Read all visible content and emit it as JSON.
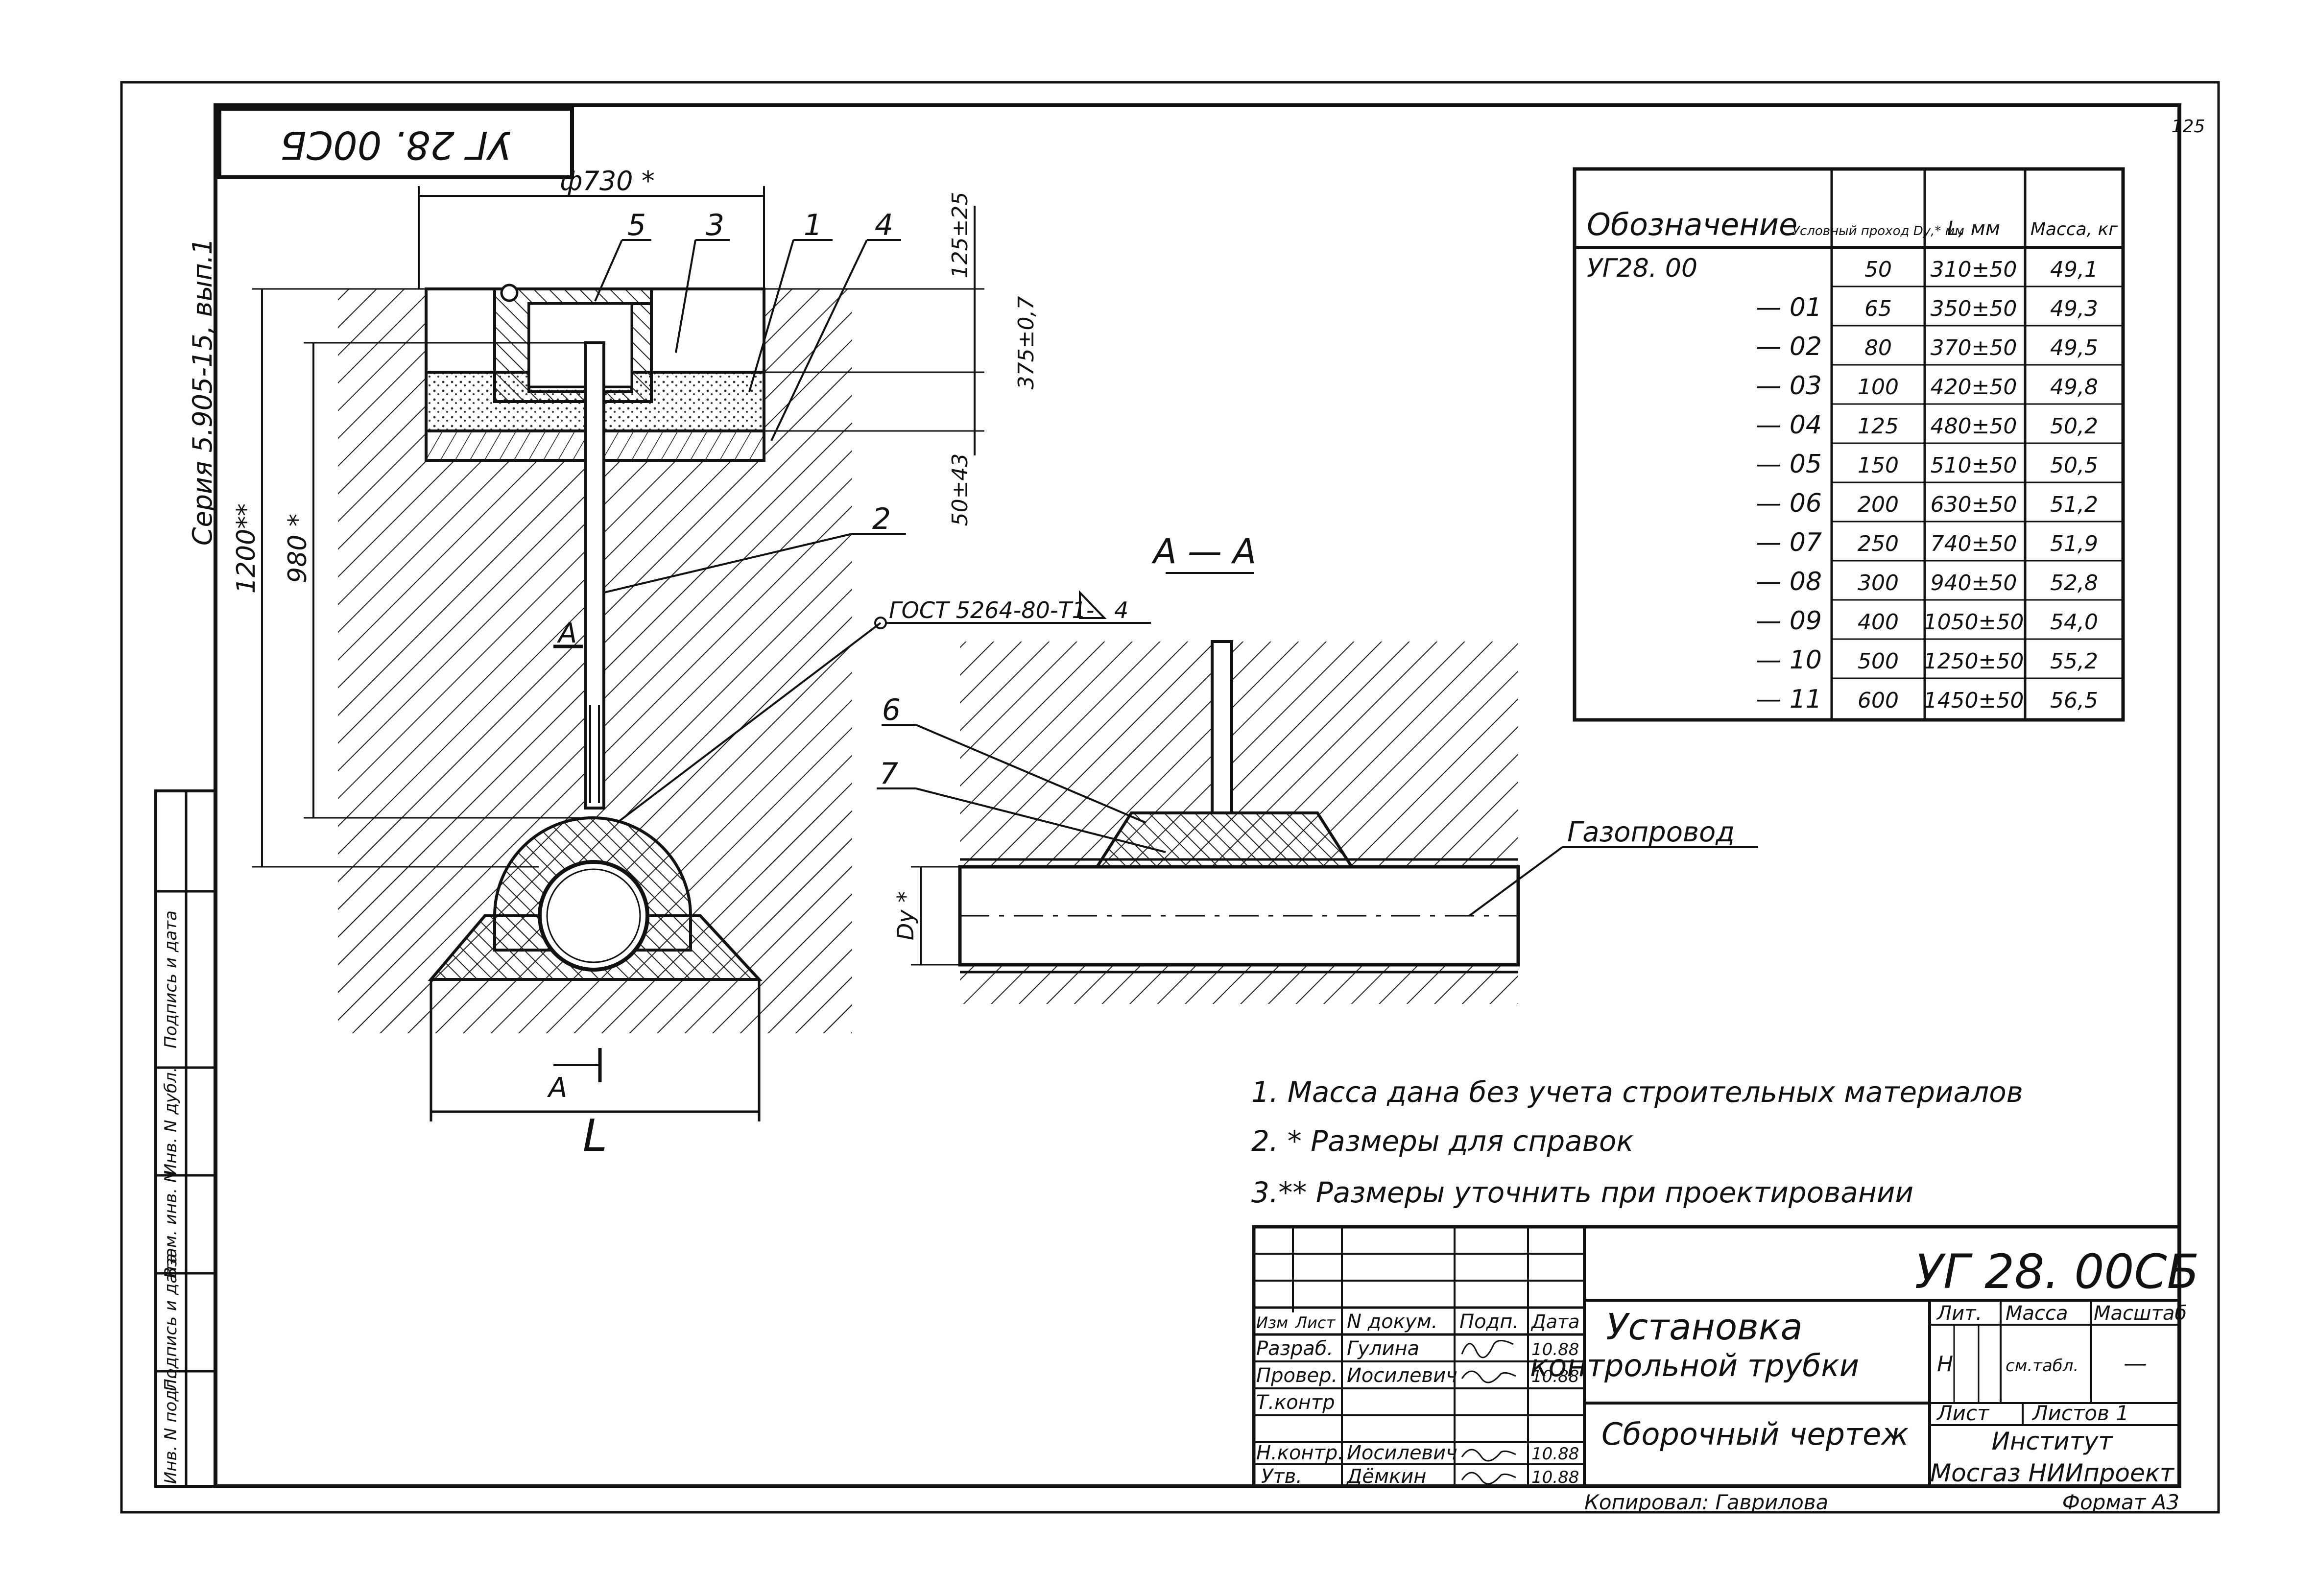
{
  "stamp_top": "УГ 28. 00СБ",
  "series_label": "Серия 5.905-15, вып.1",
  "page_number": "125",
  "dims": {
    "d730": "ф730 *",
    "h125": "125±25",
    "h375": "375±0,7",
    "h50": "50±43",
    "h1200": "1200**",
    "h980": "980 *",
    "L": "L",
    "Dy": "Dy *"
  },
  "callouts": {
    "c1": "1",
    "c2": "2",
    "c3": "3",
    "c4": "4",
    "c5": "5",
    "c6": "6",
    "c7": "7",
    "weld": "ГОСТ 5264-80-Т1-",
    "weld_leg": "4",
    "A_top": "А",
    "A_bottom": "А",
    "gas_pipe": "Газопровод"
  },
  "section_title": "А — А",
  "spec_table": {
    "headers": [
      "Обозначение",
      "Условный проход Dу,* мм",
      "L, мм",
      "Масса, кг"
    ],
    "rows": [
      [
        "УГ28. 00",
        "50",
        "310±50",
        "49,1"
      ],
      [
        "— 01",
        "65",
        "350±50",
        "49,3"
      ],
      [
        "— 02",
        "80",
        "370±50",
        "49,5"
      ],
      [
        "— 03",
        "100",
        "420±50",
        "49,8"
      ],
      [
        "— 04",
        "125",
        "480±50",
        "50,2"
      ],
      [
        "— 05",
        "150",
        "510±50",
        "50,5"
      ],
      [
        "— 06",
        "200",
        "630±50",
        "51,2"
      ],
      [
        "— 07",
        "250",
        "740±50",
        "51,9"
      ],
      [
        "— 08",
        "300",
        "940±50",
        "52,8"
      ],
      [
        "— 09",
        "400",
        "1050±50",
        "54,0"
      ],
      [
        "— 10",
        "500",
        "1250±50",
        "55,2"
      ],
      [
        "— 11",
        "600",
        "1450±50",
        "56,5"
      ]
    ]
  },
  "notes": [
    "1.  Масса  дана  без учета  строительных  материалов",
    "2. * Размеры  для  справок",
    "3.** Размеры  уточнить  при  проектировании"
  ],
  "left_strip": [
    "Инв. N подл.",
    "Подпись и дата",
    "Взам. инв. N",
    "Инв. N дубл.",
    "Подпись и дата"
  ],
  "title_block": {
    "code": "УГ 28. 00СБ",
    "title_line1": "Установка",
    "title_line2": "контрольной  трубки",
    "doc_type": "Сборочный  чертеж",
    "col_headers": [
      "Изм",
      "Лист",
      "N докум.",
      "Подп.",
      "Дата"
    ],
    "people": [
      {
        "role": "Разраб.",
        "name": "Гулина",
        "date": "10.88"
      },
      {
        "role": "Провер.",
        "name": "Иосилевич",
        "date": "10.88"
      },
      {
        "role": "Т.контр",
        "name": "",
        "date": ""
      },
      {
        "role": "Н.контр.",
        "name": "Иосилевич",
        "date": "10.88"
      },
      {
        "role": "Утв.",
        "name": "Дёмкин",
        "date": "10.88"
      }
    ],
    "lit_label": "Лит.",
    "mass_label": "Масса",
    "scale_label": "Масштаб",
    "lit_value": "Н",
    "mass_value": "см.табл.",
    "scale_value": "—",
    "sheet_label": "Лист",
    "sheets_label": "Листов 1",
    "institute_line1": "Институт",
    "institute_line2": "Мосгаз НИИпроект",
    "copied": "Копировал: Гаврилова",
    "format": "Формат  А3"
  }
}
